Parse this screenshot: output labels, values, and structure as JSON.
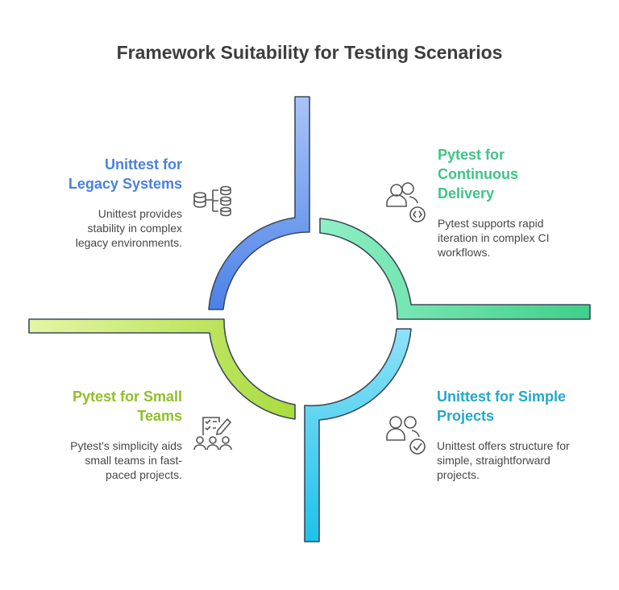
{
  "title": "Framework Suitability for Testing Scenarios",
  "quadrants": [
    {
      "heading_lines": [
        "Unittest for",
        "Legacy Systems"
      ],
      "description_lines": [
        "Unittest provides",
        "stability in complex",
        "legacy environments."
      ],
      "color": "#4a80e0",
      "icon": "database-connections-icon"
    },
    {
      "heading_lines": [
        "Pytest for",
        "Continuous",
        "Delivery"
      ],
      "description_lines": [
        "Pytest supports rapid",
        "iteration in complex CI",
        "workflows."
      ],
      "color": "#3ec489",
      "icon": "users-code-icon"
    },
    {
      "heading_lines": [
        "Pytest for Small",
        "Teams"
      ],
      "description_lines": [
        "Pytest's simplicity aids",
        "small teams in fast-",
        "paced projects."
      ],
      "color": "#8fbf2a",
      "icon": "team-checklist-icon"
    },
    {
      "heading_lines": [
        "Unittest for Simple",
        "Projects"
      ],
      "description_lines": [
        "Unittest offers structure for",
        "simple, straightforward",
        "projects."
      ],
      "color": "#22a8cc",
      "icon": "users-check-icon"
    }
  ]
}
